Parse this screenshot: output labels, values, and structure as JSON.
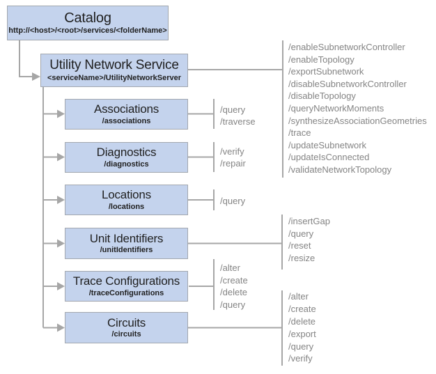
{
  "diagram": {
    "nodes": {
      "catalog": {
        "title": "Catalog",
        "subtitle": "http://<host>/<root>/services/<folderName>"
      },
      "utility_network_service": {
        "title": "Utility Network Service",
        "subtitle": "<serviceName>/UtilityNetworkServer"
      },
      "children": [
        {
          "title": "Associations",
          "subtitle": "/associations"
        },
        {
          "title": "Diagnostics",
          "subtitle": "/diagnostics"
        },
        {
          "title": "Locations",
          "subtitle": "/locations"
        },
        {
          "title": "Unit Identifiers",
          "subtitle": "/unitIdentifiers"
        },
        {
          "title": "Trace Configurations",
          "subtitle": "/traceConfigurations"
        },
        {
          "title": "Circuits",
          "subtitle": "/circuits"
        }
      ]
    },
    "operations": {
      "utility_network_service": [
        "/enableSubnetworkController",
        "/enableTopology",
        "/exportSubnetwork",
        "/disableSubnetworkController",
        "/disableTopology",
        "/queryNetworkMoments",
        "/synthesizeAssociationGeometries",
        "/trace",
        "/updateSubnetwork",
        "/updateIsConnected",
        "/validateNetworkTopology"
      ],
      "associations": [
        "/query",
        "/traverse"
      ],
      "diagnostics": [
        "/verify",
        "/repair"
      ],
      "locations": [
        "/query"
      ],
      "unit_identifiers": [
        "/insertGap",
        "/query",
        "/reset",
        "/resize"
      ],
      "trace_configurations": [
        "/alter",
        "/create",
        "/delete",
        "/query"
      ],
      "circuits": [
        "/alter",
        "/create",
        "/delete",
        "/export",
        "/query",
        "/verify"
      ]
    },
    "colors": {
      "box_fill": "#c4d3ed",
      "box_border": "#a2a7ae",
      "connector_line": "#a6a6a6",
      "operations_text": "#848484",
      "node_text": "#1f1f1f"
    }
  }
}
